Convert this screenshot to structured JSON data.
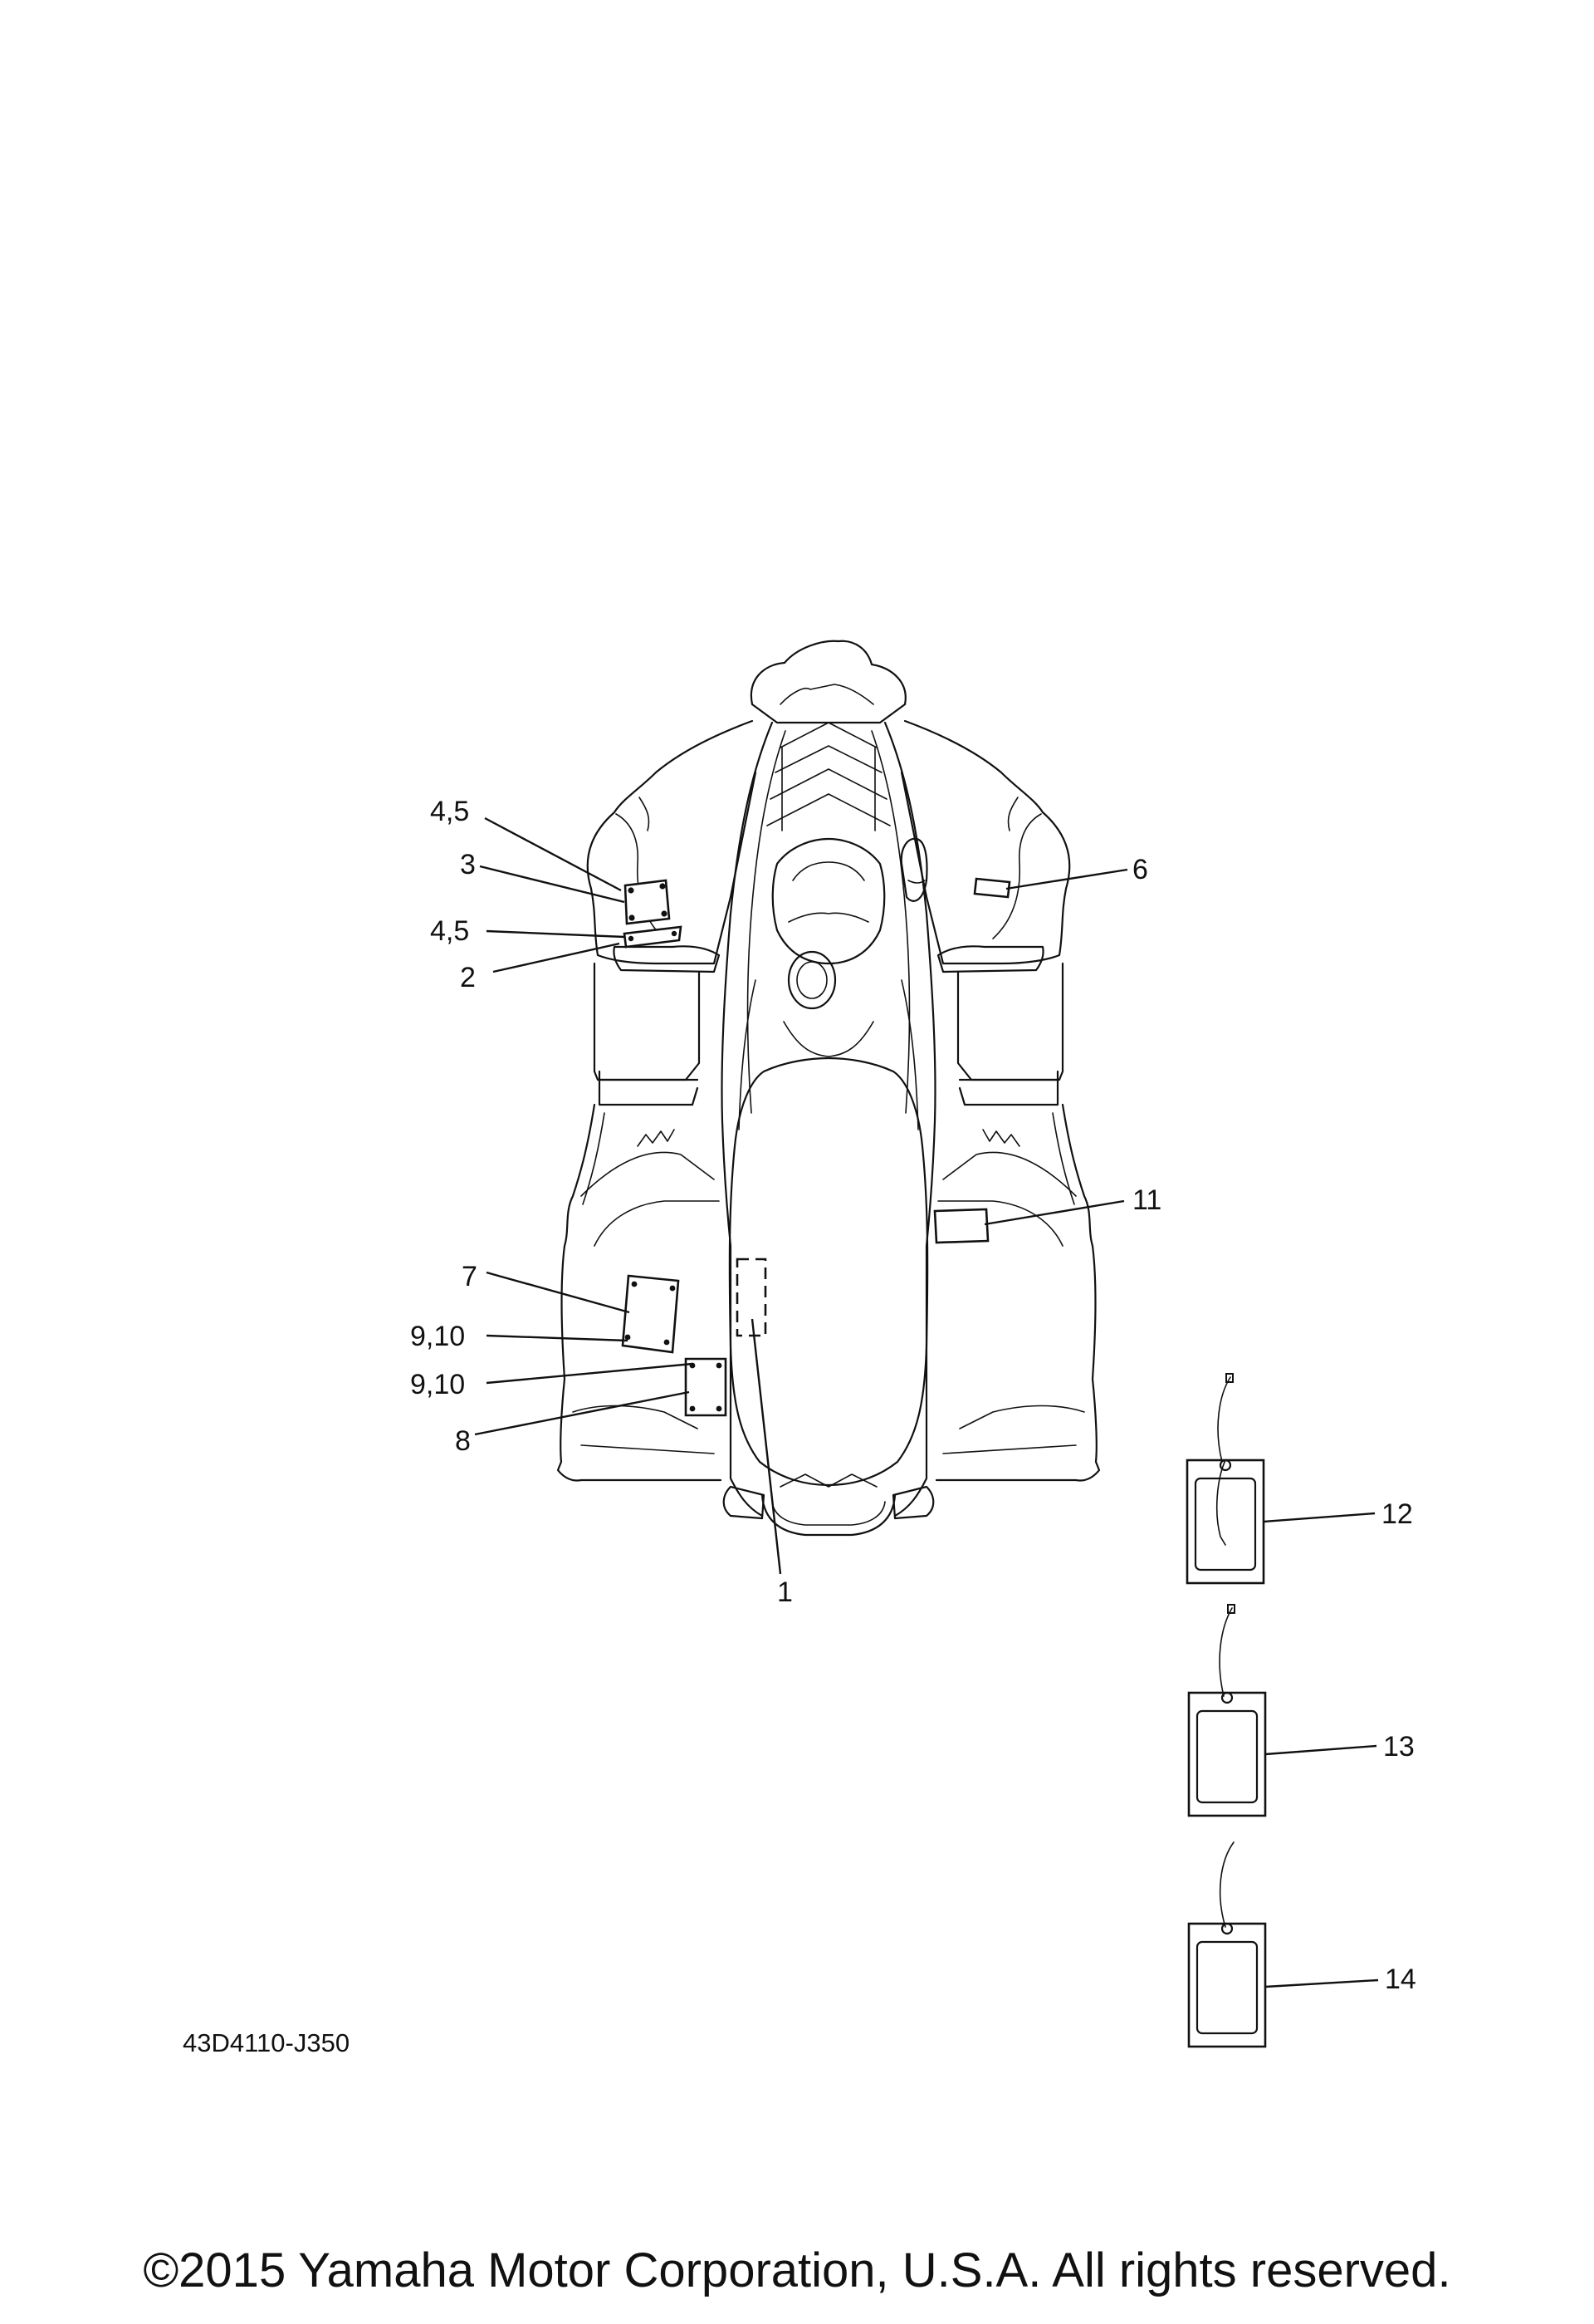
{
  "diagram": {
    "part_number": "43D4110-J350",
    "copyright": "©2015 Yamaha Motor Corporation, U.S.A. All rights reserved.",
    "callouts": [
      {
        "id": "c45a",
        "label": "4,5"
      },
      {
        "id": "c3",
        "label": "3"
      },
      {
        "id": "c45b",
        "label": "4,5"
      },
      {
        "id": "c2",
        "label": "2"
      },
      {
        "id": "c6",
        "label": "6"
      },
      {
        "id": "c11",
        "label": "11"
      },
      {
        "id": "c7",
        "label": "7"
      },
      {
        "id": "c910a",
        "label": "9,10"
      },
      {
        "id": "c910b",
        "label": "9,10"
      },
      {
        "id": "c8",
        "label": "8"
      },
      {
        "id": "c1",
        "label": "1"
      },
      {
        "id": "c12",
        "label": "12"
      },
      {
        "id": "c13",
        "label": "13"
      },
      {
        "id": "c14",
        "label": "14"
      }
    ]
  }
}
